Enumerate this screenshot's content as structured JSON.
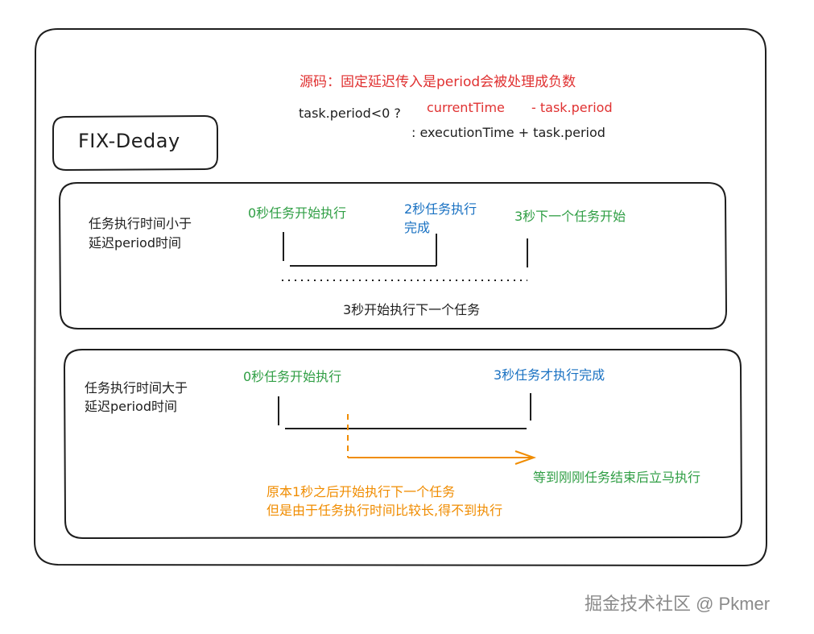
{
  "header": {
    "title": "源码：固定延迟传入是period会被处理成负数",
    "code_line1_prefix": "task.period<0 ?",
    "code_current": "currentTime",
    "code_minus": "- task.period",
    "code_line2": ": executionTime + task.period"
  },
  "badge": {
    "label": "FIX-Deday"
  },
  "case1": {
    "desc_line1": "任务执行时间小于",
    "desc_line2": "延迟period时间",
    "start_label": "0秒任务开始执行",
    "done_label_line1": "2秒任务执行",
    "done_label_line2": "完成",
    "next_label": "3秒下一个任务开始",
    "bottom_label": "3秒开始执行下一个任务"
  },
  "case2": {
    "desc_line1": "任务执行时间大于",
    "desc_line2": "延迟period时间",
    "start_label": "0秒任务开始执行",
    "done_label": "3秒任务才执行完成",
    "wait_label": "等到刚刚任务结束后立马执行",
    "note_line1": "原本1秒之后开始执行下一个任务",
    "note_line2": "但是由于任务执行时间比较长,得不到执行"
  },
  "watermark": {
    "text": "掘金技术社区 @ Pkmer"
  },
  "colors": {
    "black": "#1e1e1e",
    "red": "#e03131",
    "green": "#2f9e44",
    "blue": "#1971c2",
    "orange": "#f08c00"
  }
}
